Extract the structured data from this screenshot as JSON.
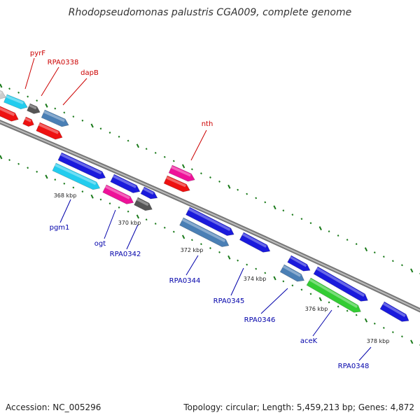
{
  "title": "Rhodopseudomonas palustris CGA009, complete genome",
  "footer": {
    "accession": "Accession: NC_005296",
    "topology": "Topology: circular; Length: 5,459,213 bp; Genes: 4,872"
  },
  "colors": {
    "backbone": "#888888",
    "tick": "#1a7a1a",
    "label_forward": "#cc0000",
    "label_reverse": "#0000aa",
    "gene_blue": "#1a1adc",
    "gene_red": "#ee1111",
    "gene_cyan": "#22ccee",
    "gene_steel": "#4a7fb5",
    "gene_gray": "#555555",
    "gene_pink": "#ee1199",
    "gene_green": "#33cc33",
    "gene_lightgray": "#cccccc"
  },
  "scale_ticks": [
    "368 kbp",
    "370 kbp",
    "372 kbp",
    "374 kbp",
    "376 kbp",
    "378 kbp"
  ],
  "forward_labels": [
    "pyrF",
    "RPA0338",
    "dapB",
    "nth"
  ],
  "reverse_labels": [
    "pgm1",
    "ogt",
    "RPA0342",
    "RPA0344",
    "RPA0345",
    "RPA0346",
    "aceK",
    "RPA0348"
  ]
}
